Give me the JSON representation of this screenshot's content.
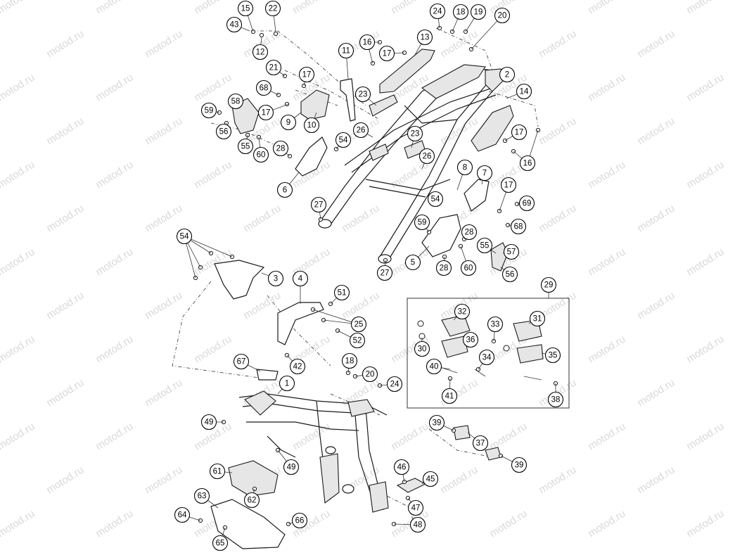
{
  "watermark": "motod.ru",
  "callouts": [
    "1",
    "2",
    "3",
    "4",
    "5",
    "6",
    "7",
    "8",
    "9",
    "10",
    "11",
    "12",
    "13",
    "14",
    "15",
    "16",
    "17",
    "18",
    "19",
    "20",
    "21",
    "22",
    "23",
    "24",
    "25",
    "26",
    "27",
    "28",
    "29",
    "30",
    "31",
    "32",
    "33",
    "34",
    "35",
    "36",
    "37",
    "38",
    "39",
    "40",
    "41",
    "42",
    "43",
    "45",
    "46",
    "47",
    "48",
    "49",
    "51",
    "52",
    "54",
    "55",
    "56",
    "57",
    "58",
    "59",
    "60",
    "61",
    "62",
    "63",
    "64",
    "65",
    "66",
    "67",
    "68",
    "69"
  ],
  "inset_group_label": "29"
}
